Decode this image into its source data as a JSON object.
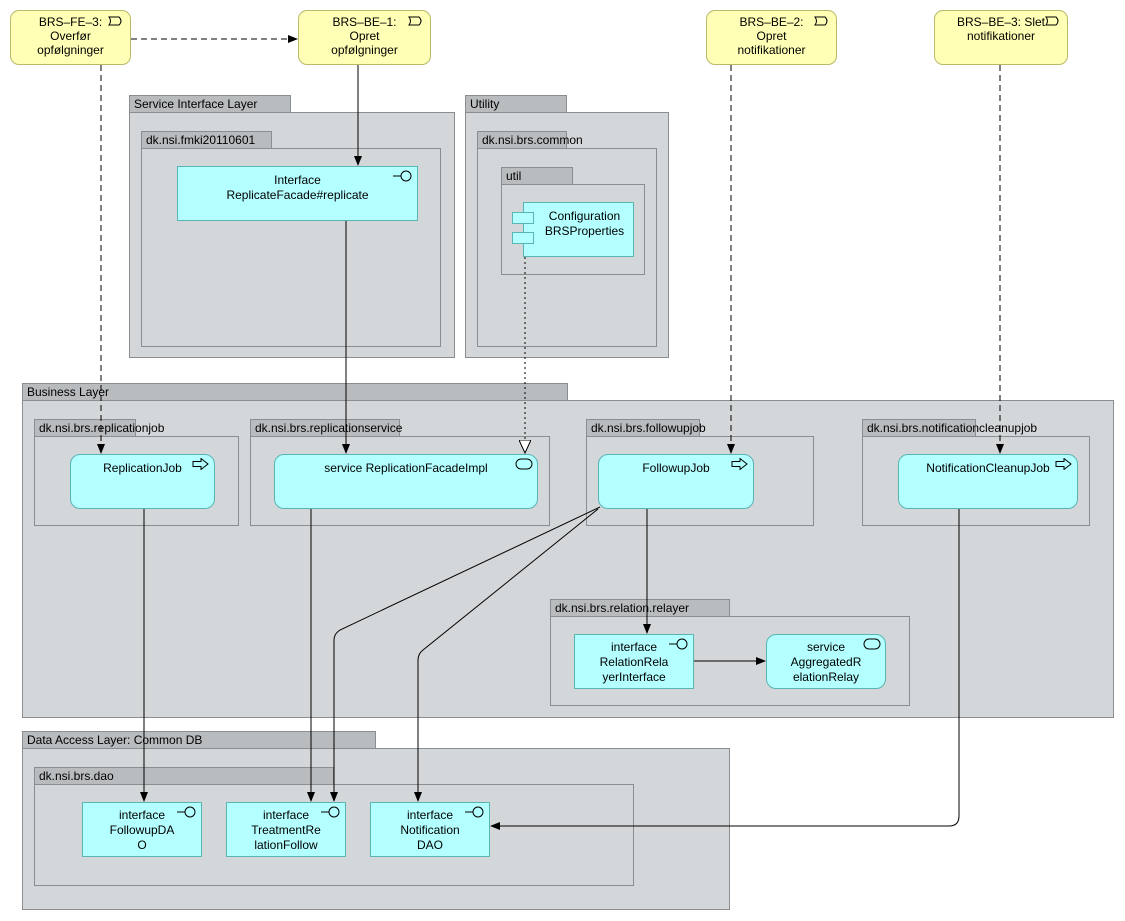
{
  "events": {
    "fe3": "BRS–FE–3:\nOverfør\nopfølgninger",
    "be1": "BRS–BE–1:\nOpret\nopfølgninger",
    "be2": "BRS–BE–2:\nOpret\nnotifikationer",
    "be3": "BRS–BE–3: Slet\nnotifikationer"
  },
  "groups": {
    "service_interface_layer": "Service Interface Layer",
    "fmki": "dk.nsi.fmki20110601",
    "utility": "Utility",
    "brs_common": "dk.nsi.brs.common",
    "util": "util",
    "business_layer": "Business Layer",
    "replicationjob_pkg": "dk.nsi.brs.replicationjob",
    "replicationservice_pkg": "dk.nsi.brs.replicationservice",
    "followupjob_pkg": "dk.nsi.brs.followupjob",
    "notificationcleanupjob_pkg": "dk.nsi.brs.notificationcleanupjob",
    "relation_relayer_pkg": "dk.nsi.brs.relation.relayer",
    "data_access_layer": "Data Access Layer: Common DB",
    "dao_pkg": "dk.nsi.brs.dao"
  },
  "elements": {
    "replicate_facade": "Interface\nReplicateFacade#replicate",
    "configuration": "Configuration\nBRSProperties",
    "replication_job": "ReplicationJob",
    "replication_facade_impl": "service ReplicationFacadeImpl",
    "followup_job": "FollowupJob",
    "notification_cleanup_job": "NotificationCleanupJob",
    "relation_relayer_interface": "interface\nRelationRela\nyerInterface",
    "aggregated_relation_relay": "service\nAggregatedR\nelationRelay",
    "followup_dao": "interface\nFollowupDA\nO",
    "treatment_relation_follow": "interface\nTreatmentRe\nlationFollow",
    "notification_dao": "interface\nNotification\nDAO"
  },
  "colors": {
    "event_fill": "#ffffb5",
    "application_fill": "#b4ffff",
    "group_fill": "#d3d7d9",
    "group_tab": "#b8bcbe"
  }
}
